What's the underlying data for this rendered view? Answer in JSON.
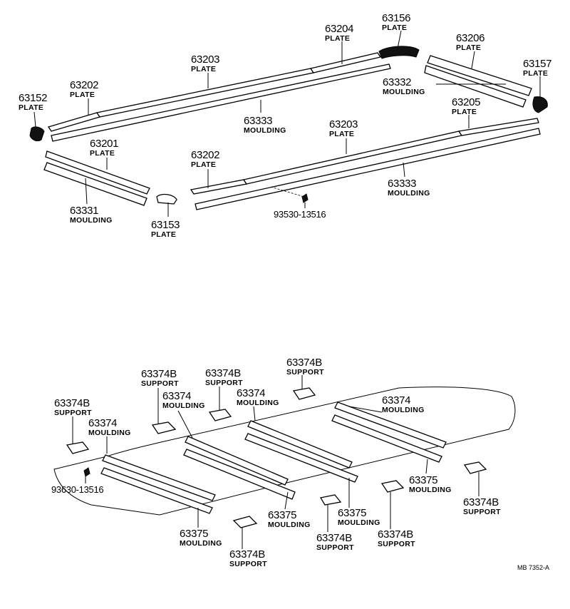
{
  "labels": [
    {
      "id": "63156",
      "num": "63156",
      "name": "PLATE"
    },
    {
      "id": "63204",
      "num": "63204",
      "name": "PLATE"
    },
    {
      "id": "63206",
      "num": "63206",
      "name": "PLATE"
    },
    {
      "id": "63203a",
      "num": "63203",
      "name": "PLATE"
    },
    {
      "id": "63157",
      "num": "63157",
      "name": "PLATE"
    },
    {
      "id": "63202a",
      "num": "63202",
      "name": "PLATE"
    },
    {
      "id": "63332",
      "num": "63332",
      "name": "MOULDING"
    },
    {
      "id": "63152",
      "num": "63152",
      "name": "PLATE"
    },
    {
      "id": "63205",
      "num": "63205",
      "name": "PLATE"
    },
    {
      "id": "63333a",
      "num": "63333",
      "name": "MOULDING"
    },
    {
      "id": "63203b",
      "num": "63203",
      "name": "PLATE"
    },
    {
      "id": "63201",
      "num": "63201",
      "name": "PLATE"
    },
    {
      "id": "63202b",
      "num": "63202",
      "name": "PLATE"
    },
    {
      "id": "63333b",
      "num": "63333",
      "name": "MOULDING"
    },
    {
      "id": "63331",
      "num": "63331",
      "name": "MOULDING"
    },
    {
      "id": "63153",
      "num": "63153",
      "name": "PLATE"
    },
    {
      "id": "bolt1",
      "num": "93530-13516",
      "name": ""
    },
    {
      "id": "63374Ba",
      "num": "63374B",
      "name": "SUPPORT"
    },
    {
      "id": "63374Bb",
      "num": "63374B",
      "name": "SUPPORT"
    },
    {
      "id": "63374Bc",
      "num": "63374B",
      "name": "SUPPORT"
    },
    {
      "id": "63374a",
      "num": "63374",
      "name": "MOULDING"
    },
    {
      "id": "63374b",
      "num": "63374",
      "name": "MOULDING"
    },
    {
      "id": "63374c",
      "num": "63374",
      "name": "MOULDING"
    },
    {
      "id": "63374Bd",
      "num": "63374B",
      "name": "SUPPORT"
    },
    {
      "id": "63374d",
      "num": "63374",
      "name": "MOULDING"
    },
    {
      "id": "bolt2",
      "num": "93630-13516",
      "name": ""
    },
    {
      "id": "63375a",
      "num": "63375",
      "name": "MOULDING"
    },
    {
      "id": "63374Be",
      "num": "63374B",
      "name": "SUPPORT"
    },
    {
      "id": "63375b",
      "num": "63375",
      "name": "MOULDING"
    },
    {
      "id": "63375c",
      "num": "63375",
      "name": "MOULDING"
    },
    {
      "id": "63375d",
      "num": "63375",
      "name": "MOULDING"
    },
    {
      "id": "63374Bf",
      "num": "63374B",
      "name": "SUPPORT"
    },
    {
      "id": "63374Bg",
      "num": "63374B",
      "name": "SUPPORT"
    },
    {
      "id": "63374Bh",
      "num": "63374B",
      "name": "SUPPORT"
    }
  ],
  "figure_code": "MB 7352-A"
}
